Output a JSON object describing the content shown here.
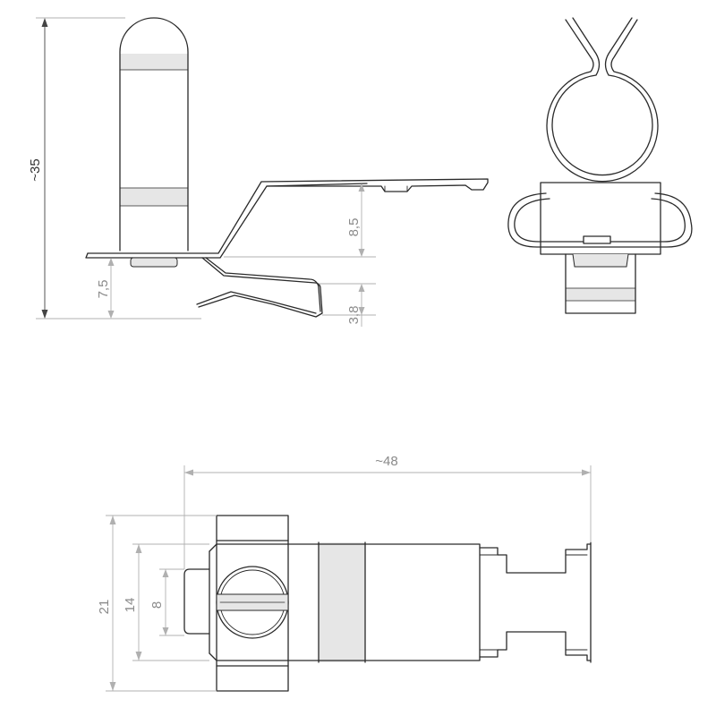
{
  "dimensions": {
    "height_total": "~35",
    "clip_height": "8,5",
    "base_height": "7,5",
    "spring_height": "3,8",
    "length_total": "~48",
    "width_outer": "21",
    "width_mid": "14",
    "width_inner": "8"
  },
  "colors": {
    "line": "#2a2a2a",
    "dimension_line": "#b0b0b0",
    "shading": "#e6e6e6"
  }
}
